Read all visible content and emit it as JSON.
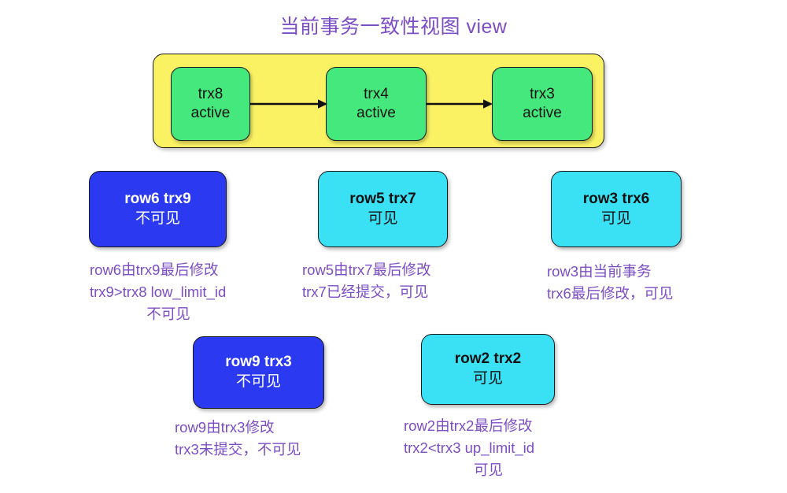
{
  "title": "当前事务一致性视图 view",
  "colors": {
    "title_purple": "#7c4dc4",
    "caption_purple": "#7c4dc4",
    "group_yellow": "#faf263",
    "trx_green": "#45e87c",
    "card_invisible_blue": "#2b3af0",
    "card_visible_cyan": "#3ae1f5",
    "outline_black": "#1a1a1a",
    "text_white": "#ffffff",
    "text_black": "#111111"
  },
  "active_group": {
    "name": "active-transaction-list",
    "transactions": [
      {
        "id": "trx8",
        "state": "active"
      },
      {
        "id": "trx4",
        "state": "active"
      },
      {
        "id": "trx3",
        "state": "active"
      }
    ],
    "arrows": [
      "arrow-trx8-to-trx4",
      "arrow-trx4-to-trx3"
    ]
  },
  "row_cards": [
    {
      "line1": "row6 trx9",
      "line2": "不可见",
      "visibility": "invisible",
      "caption": [
        "row6由trx9最后修改",
        "trx9>trx8 low_limit_id",
        "不可见"
      ]
    },
    {
      "line1": "row5 trx7",
      "line2": "可见",
      "visibility": "visible",
      "caption": [
        "row5由trx7最后修改",
        "trx7已经提交，可见"
      ]
    },
    {
      "line1": "row3 trx6",
      "line2": "可见",
      "visibility": "visible",
      "caption": [
        "row3由当前事务",
        "trx6最后修改，可见"
      ]
    },
    {
      "line1": "row9 trx3",
      "line2": "不可见",
      "visibility": "invisible",
      "caption": [
        "row9由trx3修改",
        "trx3未提交，不可见"
      ]
    },
    {
      "line1": "row2 trx2",
      "line2": "可见",
      "visibility": "visible",
      "caption": [
        "row2由trx2最后修改",
        "trx2<trx3 up_limit_id",
        "可见"
      ]
    }
  ]
}
